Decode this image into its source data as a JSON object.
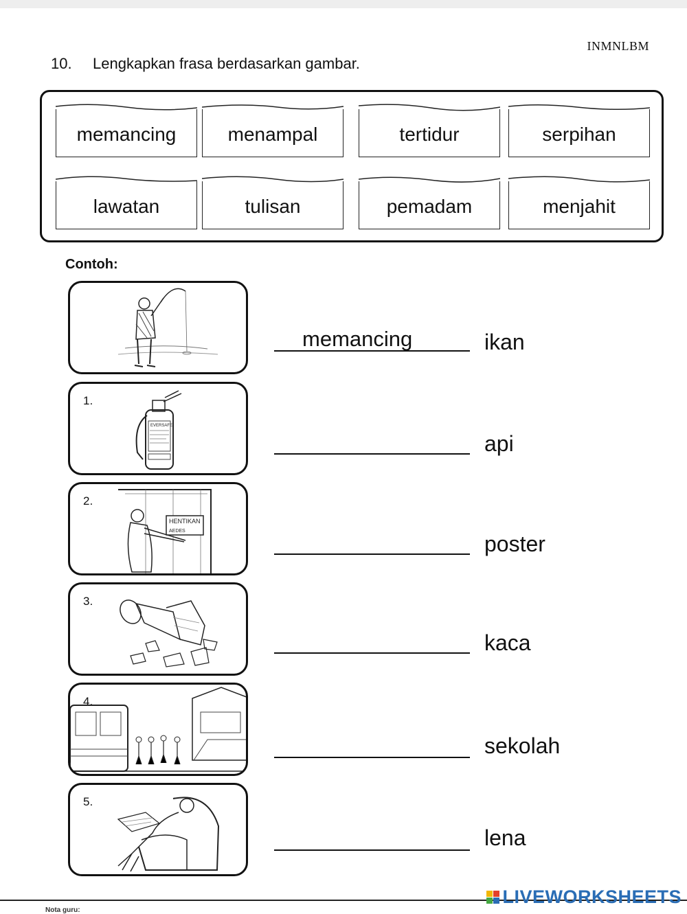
{
  "header": {
    "code": "INMNLBM",
    "question_number": "10.",
    "instruction": "Lengkapkan frasa berdasarkan gambar."
  },
  "word_bank": [
    "memancing",
    "menampal",
    "tertidur",
    "serpihan",
    "lawatan",
    "tulisan",
    "pemadam",
    "menjahit"
  ],
  "example": {
    "label": "Contoh:",
    "answer": "memancing",
    "phrase_tail": "ikan"
  },
  "items": [
    {
      "number": "1.",
      "phrase_tail": "api",
      "picture": "fire-extinguisher-icon",
      "picture_text": "EVERSAFE"
    },
    {
      "number": "2.",
      "phrase_tail": "poster",
      "picture": "man-sticking-poster-icon",
      "picture_text": "HENTIKAN AEDES"
    },
    {
      "number": "3.",
      "phrase_tail": "kaca",
      "picture": "broken-glass-icon"
    },
    {
      "number": "4.",
      "phrase_tail": "sekolah",
      "picture": "school-visit-bus-icon"
    },
    {
      "number": "5.",
      "phrase_tail": "lena",
      "picture": "man-sleeping-armchair-icon"
    }
  ],
  "footer": {
    "brand": "LIVEWORKSHEETS",
    "note": "Nota guru:",
    "brand_color": "#2a6db5"
  }
}
